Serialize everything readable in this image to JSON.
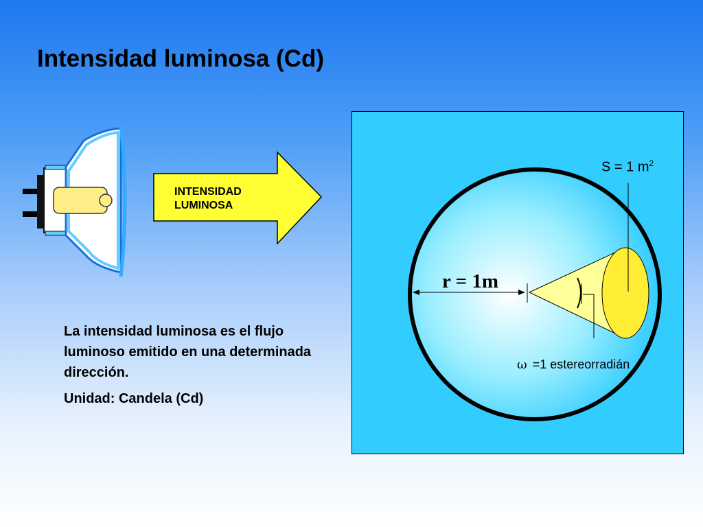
{
  "page": {
    "title": "Intensidad luminosa (Cd)"
  },
  "arrow": {
    "line1": "INTENSIDAD",
    "line2": "LUMINOSA",
    "fill": "#ffff33"
  },
  "description": {
    "text": "La intensidad luminosa es el flujo luminoso emitido en una determinada dirección.",
    "unit": "Unidad: Candela (Cd)"
  },
  "diagram": {
    "panel_color": "#33ccff",
    "surface_label": "S = 1 m",
    "surface_exponent": "2",
    "radius_label": "r = 1m",
    "omega_symbol": "ω",
    "omega_label": "=1 estereorradián",
    "cone_fill": "#ffff99",
    "surface_fill": "#ffee33"
  },
  "icons": {
    "lamp": "reflector-lamp-icon",
    "arrow": "right-arrow-icon"
  }
}
